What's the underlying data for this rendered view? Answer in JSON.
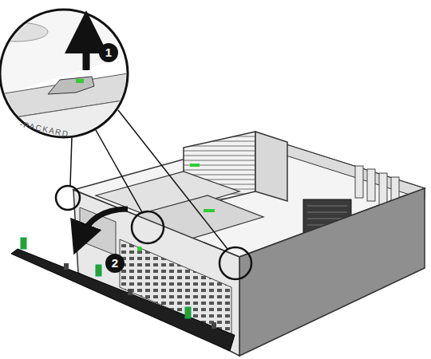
{
  "diagram": {
    "labels": [
      "1",
      "2",
      "-PACKARD"
    ]
  }
}
